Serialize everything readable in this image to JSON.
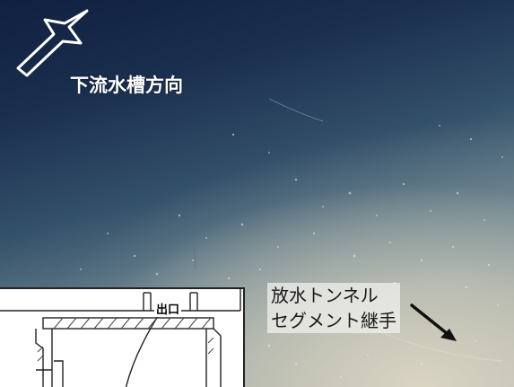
{
  "labels": {
    "downstream_direction": "下流水槽方向",
    "tunnel_joint_line1": "放水トンネル",
    "tunnel_joint_line2": "セグメント継手",
    "outlet": "出口"
  },
  "icons": {
    "direction_arrow": "hollow-arrow-up-left-icon",
    "pointer_arrow": "arrow-down-right-icon"
  },
  "colors": {
    "label_on_photo": "#ffffff",
    "label_on_light": "#1a1a1a",
    "arrow_fill": "#ffffff",
    "pointer_arrow": "#111111",
    "drawing_line": "#222222"
  }
}
